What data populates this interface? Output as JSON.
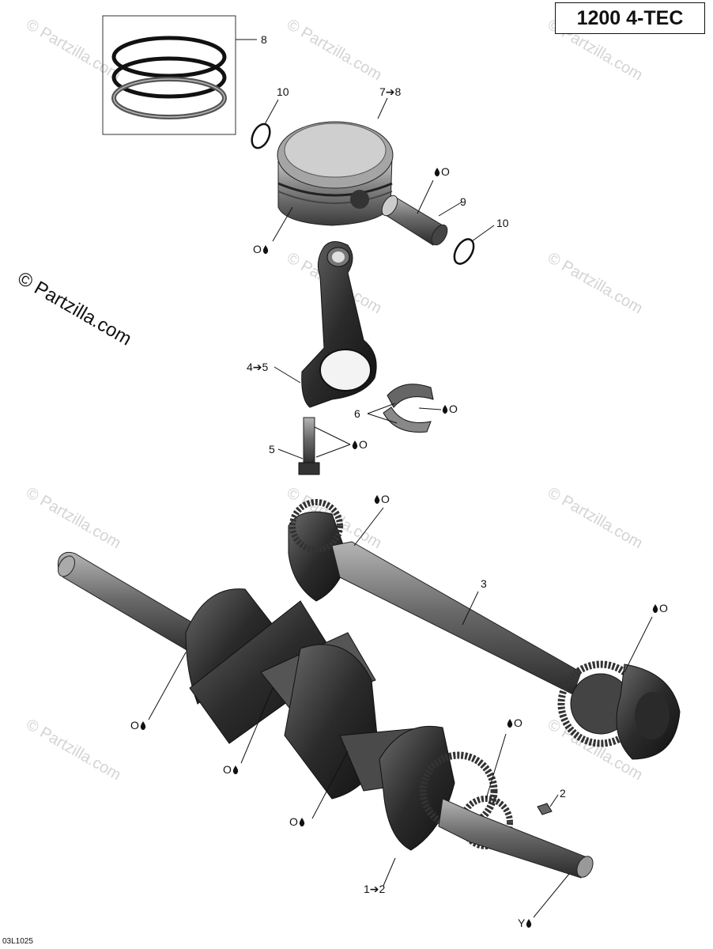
{
  "title": "1200 4-TEC",
  "copyright": "© Partzilla.com",
  "watermark": "© Partzilla.com",
  "diagram_ref": "03L1025",
  "callouts": {
    "rings": "8",
    "piston_ref": "7➔8",
    "circlip_top": "10",
    "circlip_right": "10",
    "pin": "9",
    "rod": "4➔5",
    "bearing": "6",
    "bolt": "5",
    "shaft": "3",
    "key": "2",
    "crank": "1➔2"
  },
  "lube": {
    "piston": "O",
    "pin": "O",
    "bearing": "O",
    "bolt": "O",
    "shaft_top": "O",
    "shaft_gear": "O",
    "crank_left": "O",
    "crank_mid": "O",
    "crank_low": "O",
    "crank_gear": "O",
    "crank_end": "Y"
  },
  "colors": {
    "part_dark": "#2b2b2b",
    "part_mid": "#5a5a5a",
    "part_light": "#9a9a9a",
    "watermark": "#d4d4d4"
  }
}
